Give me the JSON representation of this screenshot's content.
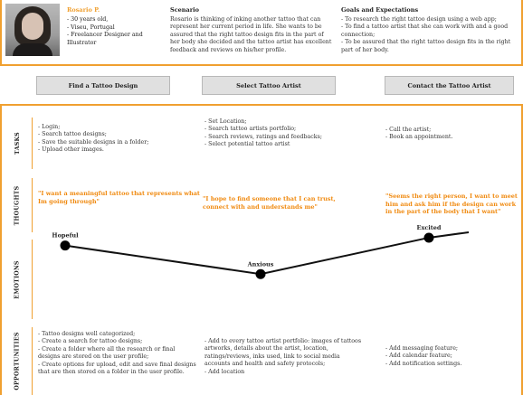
{
  "persona": {
    "name": "Rosario P.",
    "facts": [
      "- 30 years old,",
      "- Viseu, Portugal",
      "- Freelancer Designer and Illustrator"
    ]
  },
  "scenario": {
    "title": "Scenario",
    "text": "Rosario is thinking of inking another tattoo that can represent her current period in life. She wants to be assured that the right tattoo design fits in the part of her body she decided and the tattoo artist has excellent feedback and reviews on his/her profile."
  },
  "goals": {
    "title": "Goals and Expectations",
    "items": [
      "- To research the right tattoo design using a web app;",
      "- To find a tattoo artist that she can work with and a good connection;",
      "- To be assured that the right tattoo design fits in the right part of her body."
    ]
  },
  "stages": [
    "Find a Tattoo Design",
    "Select Tattoo Artist",
    "Contact the Tattoo Artist"
  ],
  "row_labels": {
    "tasks": "TASKS",
    "thoughts": "THOUGHTS",
    "emotions": "EMOTIONS",
    "opportunities": "OPPORTUNITIES"
  },
  "tasks": [
    [
      "- Login;",
      "- Search tattoo designs;",
      "- Save the suitable designs in a folder;",
      "- Upload other images."
    ],
    [
      "- Set Location;",
      "- Search tattoo artists portfolio;",
      "- Search reviews, ratings and feedbacks;",
      "- Select potential tattoo artist"
    ],
    [
      "- Call the artist;",
      "- Book an appointment."
    ]
  ],
  "thoughts": [
    "\"I want a meaningful tattoo that represents what Im going through\"",
    "\"I hope to find someone that I can trust, connect with and understands me\"",
    "\"Seems the right person, I want to meet him and ask him if the design can work in the part of the body that I want\""
  ],
  "emotions": {
    "points": [
      {
        "label": "Hopeful",
        "level": 0.7
      },
      {
        "label": "Anxious",
        "level": 0.26
      },
      {
        "label": "Excited",
        "level": 0.82
      }
    ],
    "line_color": "#111111",
    "dot_color": "#000000"
  },
  "opportunities": [
    [
      "- Tattoo designs well categorized;",
      "- Create a search for tattoo designs;",
      "- Create a folder where all the research or final designs are stored on the user profile;",
      "- Create options for upload, edit and save final designs that are then stored on a folder in the user profile."
    ],
    [
      "- Add to every tattoo artist portfolio: images of tattoos artworks, details about the artist, location, ratings/reviews, inks used, link to social media accounts and health and safety protocols;",
      "- Add location"
    ],
    [
      "- Add messaging feature;",
      "- Add calendar feature;",
      "- Add notification settings."
    ]
  ],
  "colors": {
    "accent": "#f0a030",
    "quote": "#f08a10",
    "stage_bg": "#e0e0e0"
  }
}
